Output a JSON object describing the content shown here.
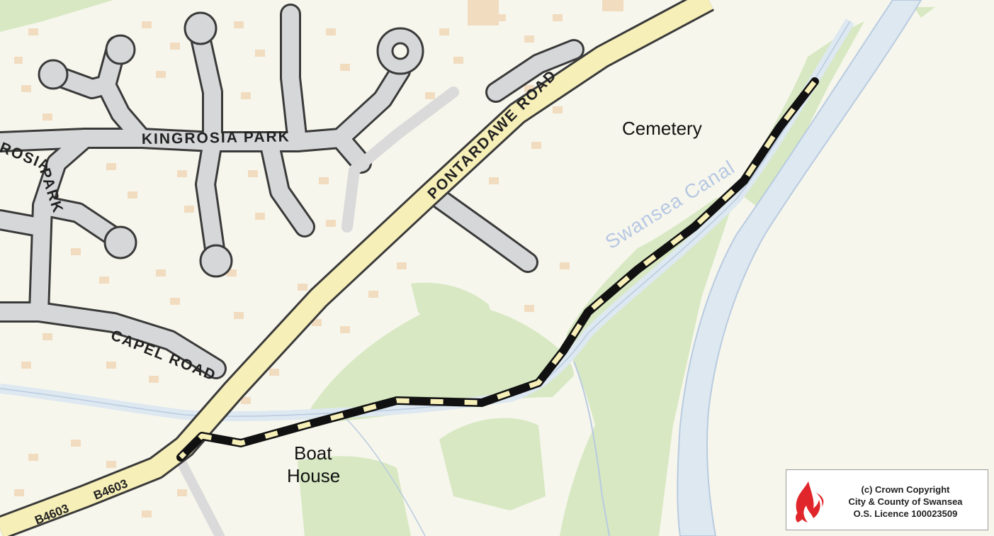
{
  "roads": {
    "kingrosia_park": "KINGROSIA PARK",
    "kingrosia_park_west_1": "ROSIA",
    "kingrosia_park_west_2": "PARK",
    "pontardawe_road": "PONTARDAWE ROAD",
    "capel_road": "CAPEL ROAD",
    "b4603_a": "B4603",
    "b4603_b": "B4603"
  },
  "places": {
    "cemetery": "Cemetery",
    "boat_house_line1": "Boat",
    "boat_house_line2": "House",
    "canal": "Swansea Canal"
  },
  "copyright": {
    "line1": "(c) Crown Copyright",
    "line2": "City & County of Swansea",
    "line3": "O.S. Licence 100023509"
  },
  "icons": {
    "logo": "swansea-flame-logo-icon"
  },
  "colors": {
    "background": "#f6f6ec",
    "green": "#d7e8c2",
    "river": "#dde8f1",
    "road_grey": "#d6d7d8",
    "road_outline": "#3a3a3a",
    "main_road": "#f7efb8",
    "route_dash": "#111111",
    "building": "#f2dcc0"
  }
}
